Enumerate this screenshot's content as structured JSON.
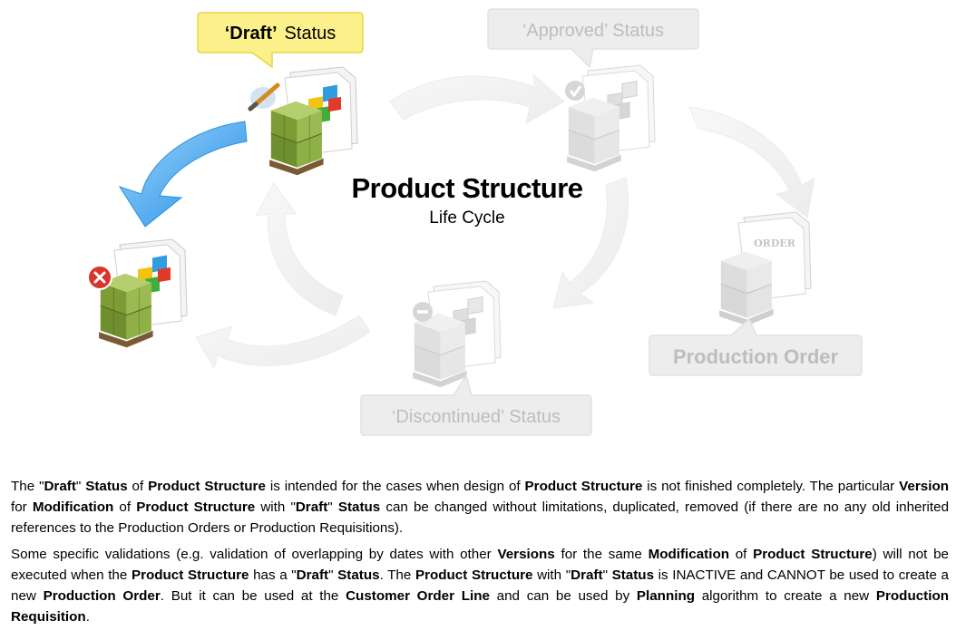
{
  "diagram": {
    "title": "Product Structure",
    "subtitle": "Life Cycle",
    "states": {
      "draft": {
        "quote_word": "‘Draft’",
        "word": "Status",
        "active": true
      },
      "approved": {
        "label": "‘Approved’  Status"
      },
      "production_order": {
        "label": "Production Order",
        "doc_stamp": "ORDER"
      },
      "discontinued": {
        "label": "‘Discontinued’  Status"
      }
    },
    "colors": {
      "draft_callout": "#fcf08a",
      "draft_callout_border": "#e8d44a",
      "faded_box": "#e9e9e9",
      "faded_text": "#bdbdbd",
      "active_arrow": "#3aa3f0",
      "faded_arrow": "#f0f0f0",
      "pallet_green": "#8eac4a",
      "reject_red": "#d9352a"
    },
    "icons": [
      "pencil-icon",
      "reject-icon",
      "check-icon",
      "minus-icon",
      "cubes-icon",
      "pallet-icon"
    ]
  },
  "description": {
    "para1": [
      {
        "t": "The \""
      },
      {
        "t": "Draft",
        "b": true
      },
      {
        "t": "\" "
      },
      {
        "t": "Status",
        "b": true
      },
      {
        "t": " of "
      },
      {
        "t": "Product Structure",
        "b": true
      },
      {
        "t": " is intended for the cases when design of "
      },
      {
        "t": "Product Structure",
        "b": true
      },
      {
        "t": " is not finished completely.  The particular "
      },
      {
        "t": "Version",
        "b": true
      },
      {
        "t": " for "
      },
      {
        "t": "Modification",
        "b": true
      },
      {
        "t": " of "
      },
      {
        "t": "Product Structure",
        "b": true
      },
      {
        "t": " with \""
      },
      {
        "t": "Draft",
        "b": true
      },
      {
        "t": "\" "
      },
      {
        "t": "Status",
        "b": true
      },
      {
        "t": " can be changed without limitations, duplicated, removed (if there are no any old inherited references to the Production Orders or Production Requisitions)."
      }
    ],
    "para2": [
      {
        "t": "Some specific validations (e.g. validation of overlapping by dates with other "
      },
      {
        "t": "Versions",
        "b": true
      },
      {
        "t": " for the same "
      },
      {
        "t": "Modification",
        "b": true
      },
      {
        "t": " of "
      },
      {
        "t": "Product Structure",
        "b": true
      },
      {
        "t": ") will not be executed when the "
      },
      {
        "t": "Product Structure",
        "b": true
      },
      {
        "t": " has a \""
      },
      {
        "t": "Draft",
        "b": true
      },
      {
        "t": "\" "
      },
      {
        "t": "Status",
        "b": true
      },
      {
        "t": ".  The "
      },
      {
        "t": "Product Structure",
        "b": true
      },
      {
        "t": " with \""
      },
      {
        "t": "Draft",
        "b": true
      },
      {
        "t": "\" "
      },
      {
        "t": "Status",
        "b": true
      },
      {
        "t": " is INACTIVE and CANNOT be used to create a new "
      },
      {
        "t": "Production Order",
        "b": true
      },
      {
        "t": ".  But it can be used at the "
      },
      {
        "t": "Customer Order Line",
        "b": true
      },
      {
        "t": " and can be used by "
      },
      {
        "t": "Planning",
        "b": true
      },
      {
        "t": " algorithm to create a new "
      },
      {
        "t": "Production Requisition",
        "b": true
      },
      {
        "t": "."
      }
    ]
  }
}
